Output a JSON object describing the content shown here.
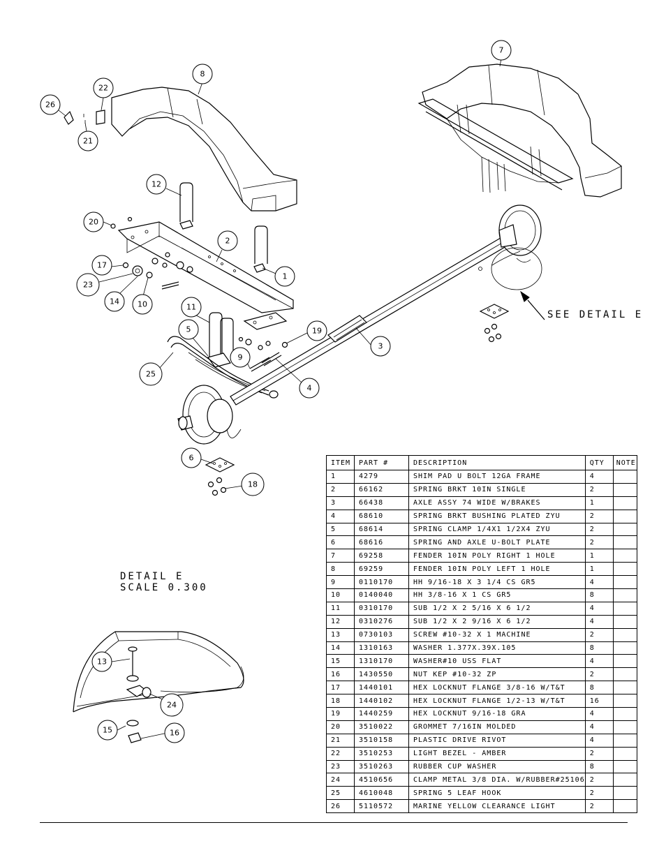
{
  "callouts": {
    "c1": "1",
    "c2": "2",
    "c3": "3",
    "c4": "4",
    "c5": "5",
    "c6": "6",
    "c7": "7",
    "c8": "8",
    "c9": "9",
    "c10": "10",
    "c11": "11",
    "c12": "12",
    "c13": "13",
    "c14": "14",
    "c15": "15",
    "c16": "16",
    "c17": "17",
    "c18": "18",
    "c19": "19",
    "c20": "20",
    "c21": "21",
    "c22": "22",
    "c23": "23",
    "c24": "24",
    "c25": "25",
    "c26": "26"
  },
  "see_detail": "SEE DETAIL  E",
  "detail": {
    "line1": "DETAIL  E",
    "line2": "SCALE  0.300"
  },
  "table": {
    "headers": {
      "item": "ITEM",
      "part": "PART #",
      "desc": "DESCRIPTION",
      "qty": "QTY",
      "note": "NOTE"
    },
    "rows": [
      {
        "item": "1",
        "part": "4279",
        "desc": "SHIM PAD   U BOLT 12GA FRAME",
        "qty": "4"
      },
      {
        "item": "2",
        "part": "66162",
        "desc": "SPRING BRKT  10IN SINGLE",
        "qty": "2"
      },
      {
        "item": "3",
        "part": "66438",
        "desc": "AXLE ASSY 74 WIDE W/BRAKES",
        "qty": "1"
      },
      {
        "item": "4",
        "part": "68610",
        "desc": "SPRING BRKT BUSHING PLATED ZYU",
        "qty": "2"
      },
      {
        "item": "5",
        "part": "68614",
        "desc": "SPRING CLAMP   1/4X1 1/2X4  ZYU",
        "qty": "2"
      },
      {
        "item": "6",
        "part": "68616",
        "desc": "SPRING AND AXLE U-BOLT PLATE",
        "qty": "2"
      },
      {
        "item": "7",
        "part": "69258",
        "desc": "FENDER  10IN POLY RIGHT 1 HOLE",
        "qty": "1"
      },
      {
        "item": "8",
        "part": "69259",
        "desc": "FENDER  10IN POLY LEFT 1 HOLE",
        "qty": "1"
      },
      {
        "item": "9",
        "part": "0110170",
        "desc": "HH 9/16-18 X 3 1/4 CS GR5",
        "qty": "4"
      },
      {
        "item": "10",
        "part": "0140040",
        "desc": "HH 3/8-16 X 1 CS GR5",
        "qty": "8"
      },
      {
        "item": "11",
        "part": "0310170",
        "desc": "SUB 1/2 X 2 5/16 X 6 1/2",
        "qty": "4"
      },
      {
        "item": "12",
        "part": "0310276",
        "desc": "SUB 1/2 X 2 9/16 X 6 1/2",
        "qty": "4"
      },
      {
        "item": "13",
        "part": "0730103",
        "desc": "SCREW #10-32 X 1 MACHINE",
        "qty": "2"
      },
      {
        "item": "14",
        "part": "1310163",
        "desc": "WASHER 1.377X.39X.105",
        "qty": "8"
      },
      {
        "item": "15",
        "part": "1310170",
        "desc": "WASHER#10 USS FLAT",
        "qty": "4"
      },
      {
        "item": "16",
        "part": "1430550",
        "desc": "NUT KEP #10-32 ZP",
        "qty": "2"
      },
      {
        "item": "17",
        "part": "1440101",
        "desc": "HEX LOCKNUT FLANGE 3/8-16 W/T&T",
        "qty": "8"
      },
      {
        "item": "18",
        "part": "1440102",
        "desc": "HEX LOCKNUT FLANGE 1/2-13 W/T&T",
        "qty": "16"
      },
      {
        "item": "19",
        "part": "1440259",
        "desc": "HEX LOCKNUT 9/16-18 GRA",
        "qty": "4"
      },
      {
        "item": "20",
        "part": "3510022",
        "desc": "GROMMET  7/16IN MOLDED",
        "qty": "4"
      },
      {
        "item": "21",
        "part": "3510158",
        "desc": "PLASTIC DRIVE RIVOT",
        "qty": "4"
      },
      {
        "item": "22",
        "part": "3510253",
        "desc": "LIGHT BEZEL - AMBER",
        "qty": "2"
      },
      {
        "item": "23",
        "part": "3510263",
        "desc": "RUBBER CUP WASHER",
        "qty": "8"
      },
      {
        "item": "24",
        "part": "4510656",
        "desc": "CLAMP METAL 3/8 DIA. W/RUBBER#25106",
        "qty": "2"
      },
      {
        "item": "25",
        "part": "4610048",
        "desc": "SPRING  5 LEAF HOOK",
        "qty": "2"
      },
      {
        "item": "26",
        "part": "5110572",
        "desc": "MARINE YELLOW CLEARANCE LIGHT",
        "qty": "2"
      }
    ]
  }
}
